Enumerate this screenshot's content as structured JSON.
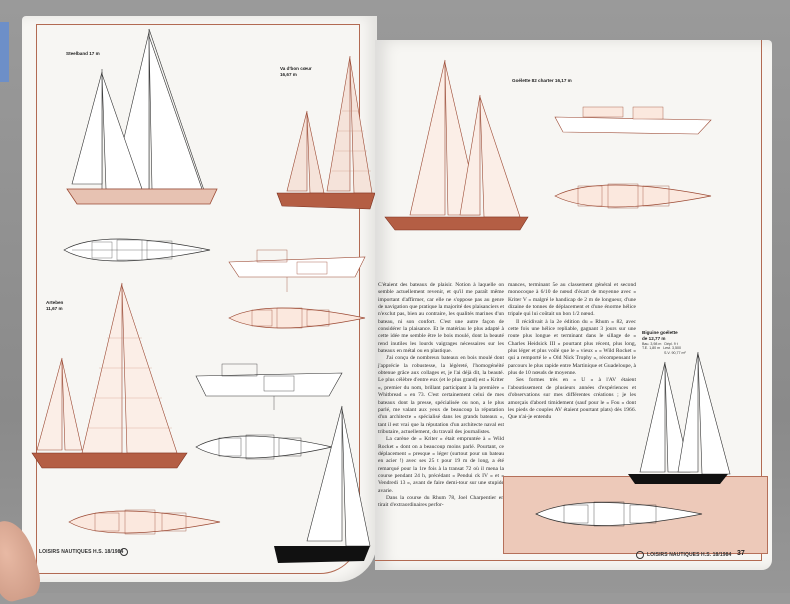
{
  "left_page": {
    "labels": {
      "steelband": "Steelband 17 m",
      "va_dbon_coeur": [
        "Va d'bon cœur",
        "16,67 m"
      ],
      "arteben": [
        "Arteben",
        "11,67 m"
      ]
    },
    "footer": "LOISIRS NAUTIQUES H.S. 18/1984"
  },
  "right_page": {
    "labels": {
      "goelette": "Goélette 82 charter 16,17 m",
      "biguine": [
        "Biguine goélette",
        "de 12,77 m"
      ]
    },
    "biguine_specs": [
      "Bau. 3,98 m",
      "T.E. 1,80 m",
      "Dépl. 9 t",
      "Lest. 3,500",
      "S.V. 90,77 m²"
    ],
    "article": {
      "col1": [
        "C'étaient des bateaux de plaisir. Notion à laquelle on semble actuellement revenir, et qu'il me paraît même important d'affirmer, car elle ne s'oppose pas au genre de navigation que pratique la majorité des plaisanciers et n'exclut pas, bien au contraire, les qualités marines d'un bateau, ni son confort. C'est une autre façon de considérer la plaisance. Et le matériau le plus adapté à cette idée me semble être le bois moulé, dont la beauté rend inutiles les lourds vaigrages nécessaires sur les bateaux en métal ou en plastique.",
        "J'ai conçu de nombreux bateaux en bois moulé dont j'apprécie la robustesse, la légèreté, l'homogénéité obtenue grâce aux collages et, je l'ai déjà dit, la beauté. Le plus célèbre d'entre eux (et le plus grand) est « Kriter », premier du nom, brillant participant à la première « Whitbread » en 73. C'est certainement celui de mes bateaux dont la presse, spécialisée ou non, a le plus parlé, me valant aux yeux de beaucoup la réputation d'un architecte « spécialisé dans les grands bateaux », tant il est vrai que la réputation d'un architecte naval est tributaire, actuellement, du travail des journalistes.",
        "La carène de « Kriter » était empruntée à « Wild Rocket » dont on a beaucoup moins parlé. Pourtant, ce déplacement « presque » léger (surtout pour un bateau en acier !) avec ses 25 t pour 19 m de long, a été remarqué pour la 1re fois à la transat 72 où il mena la course pendant 24 h, précédant « Pendui ck IV » et « Vendredi 13 », avant de faire demi-tour sur une stupide avarie.",
        "Dans la course du Rhum 78, Joel Charpentier en tirait d'extraordinaires perfor-"
      ],
      "col2": [
        "mances, terminant 5e au classement général et second monocoque à 6/10 de nœud d'écart de moyenne avec « Kriter V » malgré le handicap de 2 m de longueur, d'une dizaine de tonnes de déplacement et d'une énorme hélice tripale qui lui coûtait un bon 1/2 nœud.",
        "Il récidivait à la 2e édition du « Rhum » 82, avec cette fois une hélice repliable, gagnant 3 jours sur une route plus longue et terminant dans le sillage de « Charles Heidsick III » pourtant plus récent, plus long, plus léger et plus voilé que le « vieux » « Wild Rocket » qui a remporté le « Old Nick Trophy », récompensant le parcours le plus rapide entre Martinique et Guadeloupe, à plus de 10 nœuds de moyenne.",
        "Ses formes très en « U » à l'AV étaient l'aboutissement de plusieurs années d'expériences et d'observations sur mes différentes créations ; je les amorçais d'abord timidement (sauf pour le « Fou » dont les pieds de couples AV étaient pourtant plats) dès 1966. Que n'ai-je entendu"
      ]
    },
    "footer": "LOISIRS NAUTIQUES H.S. 18/1984",
    "page_number": "37"
  },
  "colors": {
    "accent": "#b26a52",
    "hull_red": "#9c4a34",
    "pink_box": "#edc9b9"
  }
}
